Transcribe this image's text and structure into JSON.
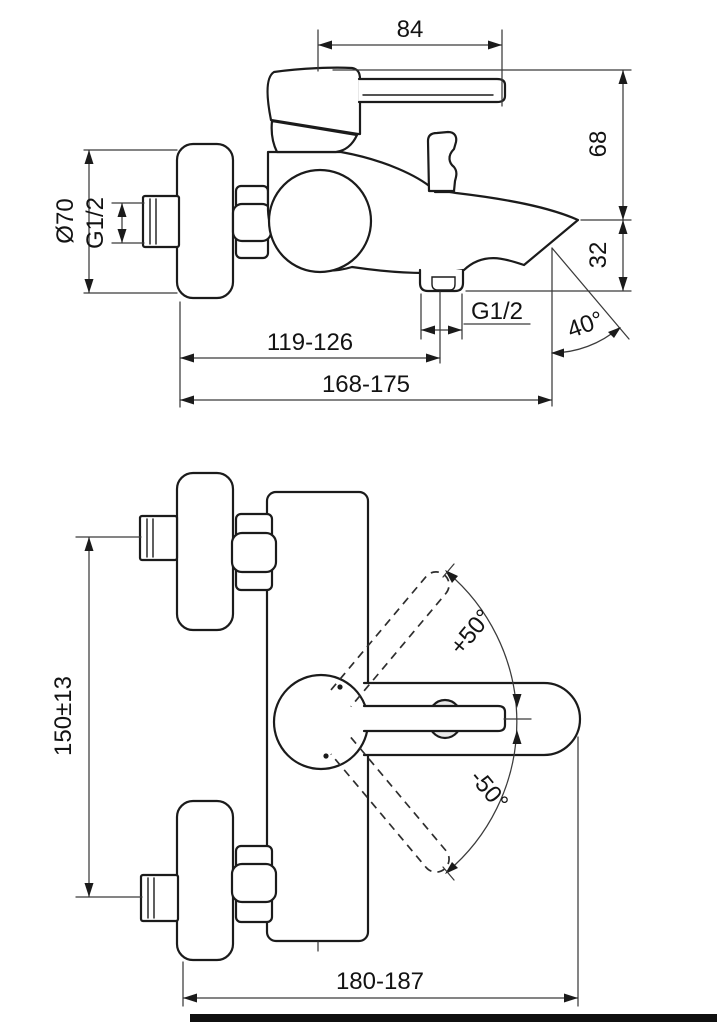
{
  "colors": {
    "background": "#ffffff",
    "object_line": "#1b1b1b",
    "dimension_line": "#3b3b3b",
    "text": "#131313"
  },
  "side_view": {
    "dims": {
      "handle_length": "84",
      "handle_top_to_spout": "68",
      "spout_tip_to_outlet": "32",
      "escutcheon_diameter": "Ø70",
      "inlet_thread": "G1/2",
      "outlet_thread": "G1/2",
      "wall_to_outlet": "119-126",
      "wall_to_spout_tip": "168-175",
      "spout_flow_angle": "40°"
    }
  },
  "front_view": {
    "dims": {
      "inlet_centres": "150±13",
      "lever_swing_up": "+50°",
      "lever_swing_down": "-50°",
      "overall_depth": "180-187"
    }
  }
}
